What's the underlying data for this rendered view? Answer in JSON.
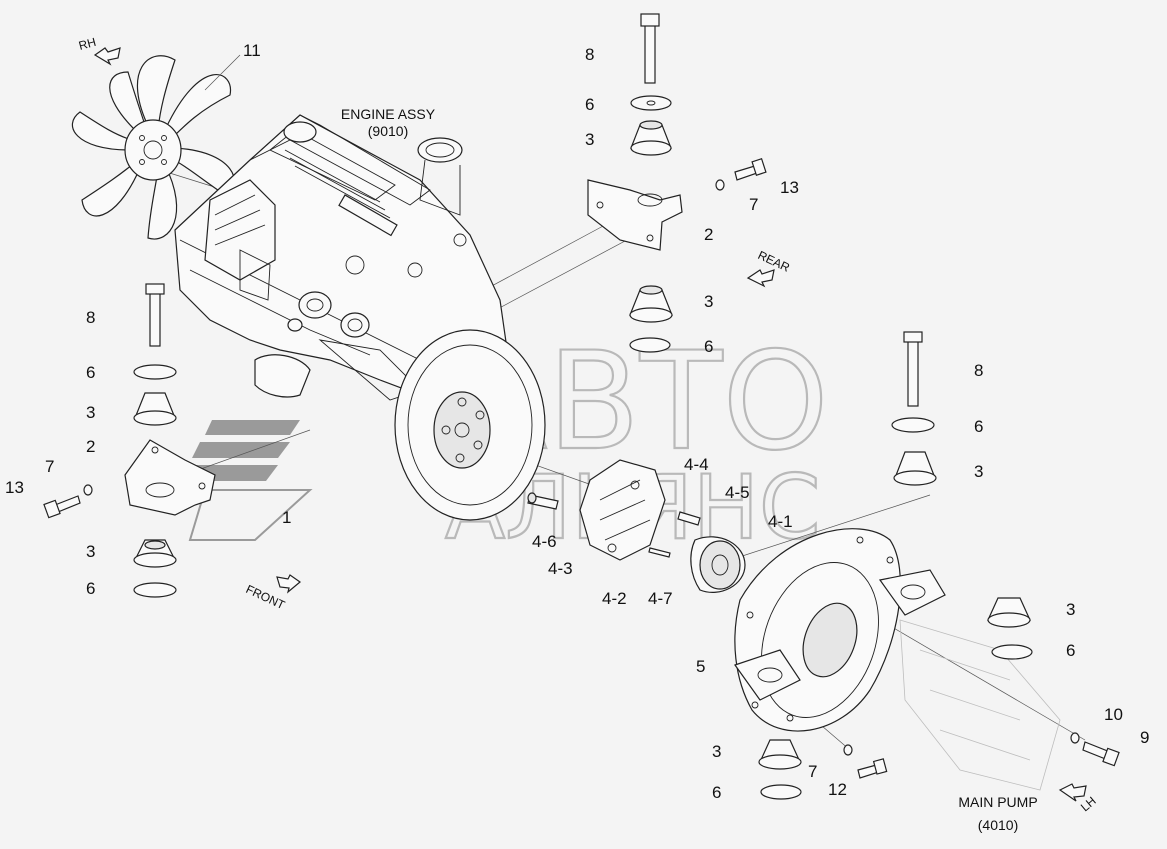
{
  "captions": {
    "engine_assy": "ENGINE ASSY",
    "engine_assy_code": "(9010)",
    "main_pump": "MAIN PUMP",
    "main_pump_code": "(4010)"
  },
  "directions": {
    "rh": "RH",
    "rear": "REAR",
    "front": "FRONT",
    "lh": "LH"
  },
  "watermark": {
    "line1": "АВТО",
    "line2": "АЛЬЯНС"
  },
  "callouts": {
    "c11": "11",
    "top_8": "8",
    "top_6": "6",
    "top_3": "3",
    "top_13": "13",
    "top_7": "7",
    "top_2": "2",
    "mid_3": "3",
    "mid_6": "6",
    "right_8": "8",
    "right_6": "6",
    "right_3": "3",
    "left_8": "8",
    "left_6": "6",
    "left_3": "3",
    "left_2": "2",
    "left_7": "7",
    "left_13": "13",
    "c1": "1",
    "left_low_3": "3",
    "left_low_6": "6",
    "c4_4": "4-4",
    "c4_5": "4-5",
    "c4_1": "4-1",
    "c4_6": "4-6",
    "c4_3": "4-3",
    "c4_2": "4-2",
    "c4_7": "4-7",
    "c5": "5",
    "pump_3": "3",
    "pump_6": "6",
    "c10": "10",
    "c9": "9",
    "bot_3": "3",
    "bot_7": "7",
    "bot_6": "6",
    "c12": "12"
  }
}
